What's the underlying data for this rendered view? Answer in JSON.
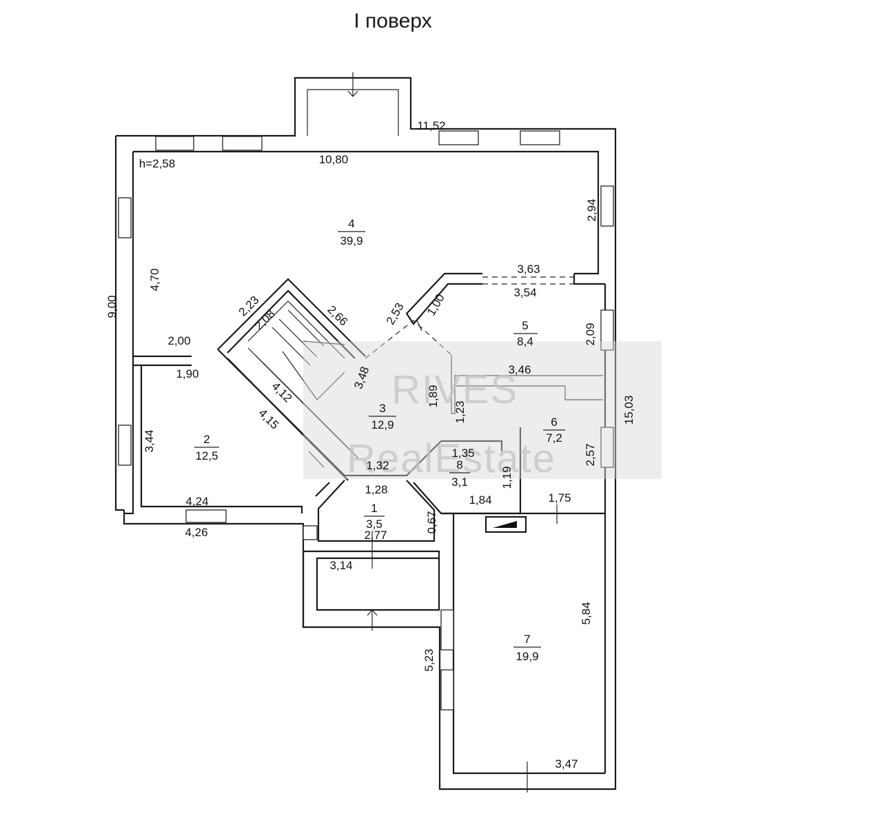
{
  "title": "I поверх",
  "rooms": [
    {
      "num": "4",
      "area": "39,9"
    },
    {
      "num": "5",
      "area": "8,4"
    },
    {
      "num": "3",
      "area": "12,9"
    },
    {
      "num": "6",
      "area": "7,2"
    },
    {
      "num": "2",
      "area": "12,5"
    },
    {
      "num": "8",
      "area": "3,1"
    },
    {
      "num": "1",
      "area": "3,5"
    },
    {
      "num": "7",
      "area": "19,9"
    }
  ],
  "dimensions": {
    "top_outer": "11,52",
    "top_inner": "10,80",
    "height": "h=2,58",
    "right_top": "2,94",
    "r5_top_outer": "3,63",
    "r5_top_inner": "3,54",
    "left_upper": "4,70",
    "left_total": "9,00",
    "stair_a": "2,23",
    "stair_b": "2,08",
    "stair_c": "2,66",
    "stair_d": "2,53",
    "stair_e": "1,00",
    "r5_right": "2,09",
    "r2_top_outer": "2,00",
    "r2_top_inner": "1,90",
    "r3_diag": "3,48",
    "r3_diag2": "4,12",
    "r6_top": "3,46",
    "corr_v1": "1,89",
    "corr_v2": "1,23",
    "total_right": "15,03",
    "r2_diag": "4,15",
    "r2_left": "3,44",
    "r6_right": "2,57",
    "r8_top": "1,35",
    "r1_top_outer": "1,32",
    "r1_top_inner": "1,28",
    "r8_right": "1,19",
    "r8_bottom": "1,84",
    "r6_bottom": "1,75",
    "r2_bottom_inner": "4,24",
    "r2_bottom_outer": "4,26",
    "r1_right": "0,67",
    "r1_bottom": "2,77",
    "porch_width": "3,14",
    "r7_right": "5,84",
    "r7_left": "5,23",
    "r7_bottom": "3,47"
  },
  "watermark": {
    "line1": "RIVES",
    "line2": "RealEstate"
  }
}
